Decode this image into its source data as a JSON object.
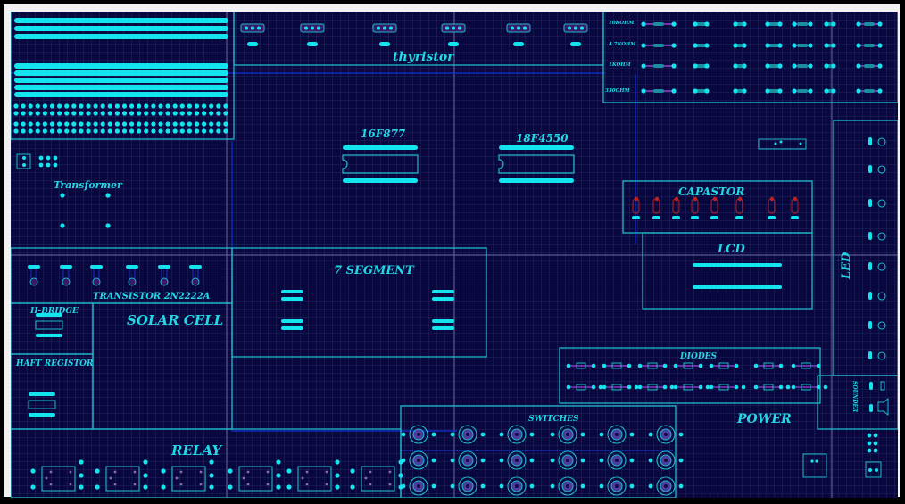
{
  "colors": {
    "board_bg": "#08083f",
    "grid_minor": "#2a2a6a",
    "grid_major": "#4e4e8a",
    "outline": "#1fb8c8",
    "pad": "#14e4ee",
    "pin_purple": "#9a3fd0",
    "capacitor_red": "#c02020",
    "trace_blue": "#1030d0"
  },
  "labels": {
    "thyristor": "thyristor",
    "ic1": "16F877",
    "ic2": "18F4550",
    "transformer": "Transformer",
    "capacitor": "CAPASTOR",
    "lcd": "LCD",
    "led": "LED",
    "transistor": "TRANSISTOR 2N2222A",
    "seven_segment": "7 SEGMENT",
    "h_bridge": "H-BRIDGE",
    "shift_register": "HAFT REGISTOR",
    "solar_cell": "SOLAR CELL",
    "diodes": "DIODES",
    "switches": "SWITCHES",
    "power": "POWER",
    "sounder": "SOUNDER",
    "relay": "RELAY"
  },
  "resistors": {
    "rows": [
      "10KOHM",
      "4.7KOHM",
      "1KOHM",
      "330OHM"
    ]
  },
  "counts": {
    "thyristors": 6,
    "capacitors": 8,
    "leds": 8,
    "transistors": 6,
    "diodes_per_row": 7,
    "switch_rows": 3,
    "switch_cols": 6,
    "relays": 6
  }
}
